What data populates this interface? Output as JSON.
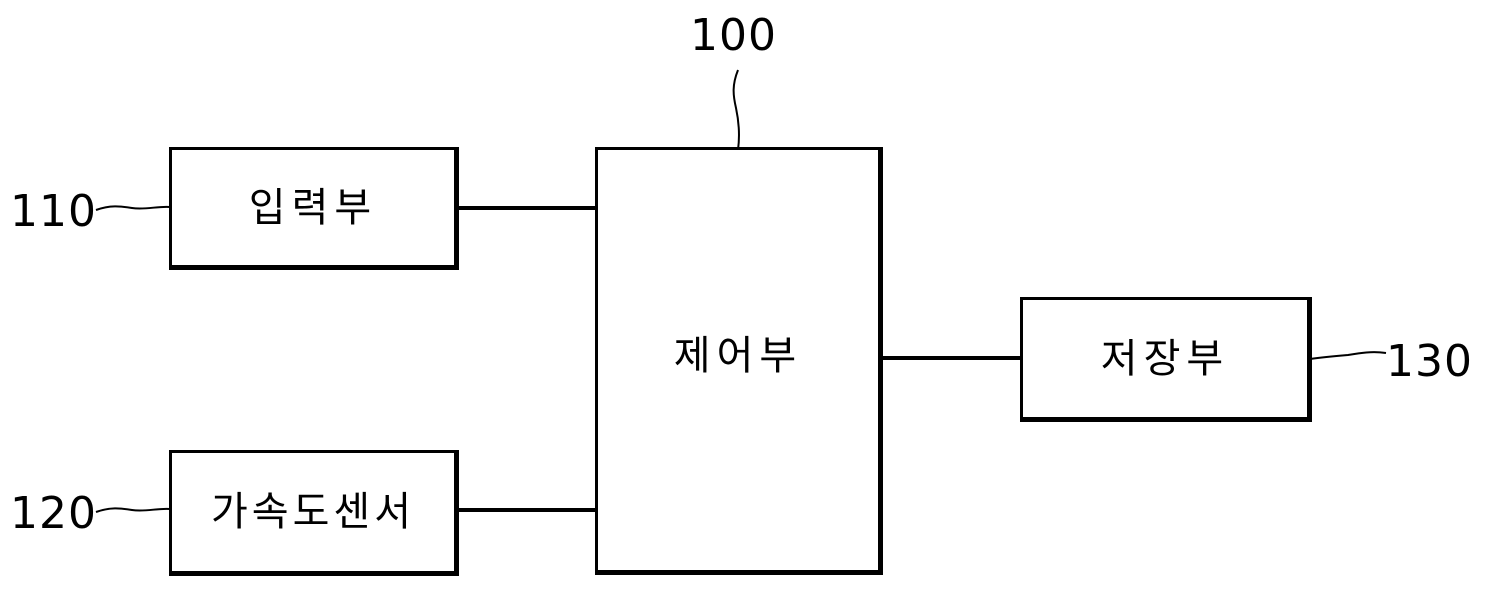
{
  "diagram": {
    "type": "block-diagram",
    "line_color": "#000000",
    "background": "#ffffff",
    "blocks": [
      {
        "id": "control",
        "label": "제어부",
        "ref": "100"
      },
      {
        "id": "input",
        "label": "입력부",
        "ref": "110"
      },
      {
        "id": "accel",
        "label": "가속도센서",
        "ref": "120"
      },
      {
        "id": "storage",
        "label": "저장부",
        "ref": "130"
      }
    ],
    "connections": [
      {
        "from": "input",
        "to": "control"
      },
      {
        "from": "accel",
        "to": "control"
      },
      {
        "from": "control",
        "to": "storage"
      }
    ]
  }
}
